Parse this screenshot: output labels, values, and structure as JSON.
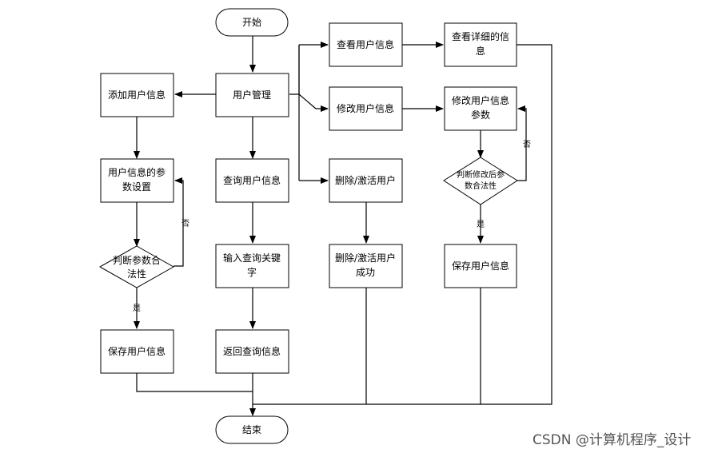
{
  "nodes": {
    "start": "开始",
    "user_mgmt": "用户管理",
    "add_user": "添加用户信息",
    "param_set": [
      "用户信息的参",
      "数设置"
    ],
    "judge_left": [
      "判断参数合",
      "法性"
    ],
    "save_left": "保存用户信息",
    "query_user": "查询用户信息",
    "input_kw": [
      "输入查询关键",
      "字"
    ],
    "return_q": "返回查询信息",
    "view_user": "查看用户信息",
    "view_detail": [
      "查看详细的信",
      "息"
    ],
    "modify_user": "修改用户信息",
    "modify_params": [
      "修改用户信息",
      "参数"
    ],
    "judge_right": [
      "判断修改后参",
      "数合法性"
    ],
    "save_right": "保存用户信息",
    "delete_user": "删除/激活用户",
    "delete_ok": [
      "删除/激活用户",
      "成功"
    ],
    "end": "结束"
  },
  "labels": {
    "no_left": "否",
    "yes_left": "是",
    "no_right": "否",
    "yes_right": "是"
  },
  "watermark": "CSDN @计算机程序_设计"
}
